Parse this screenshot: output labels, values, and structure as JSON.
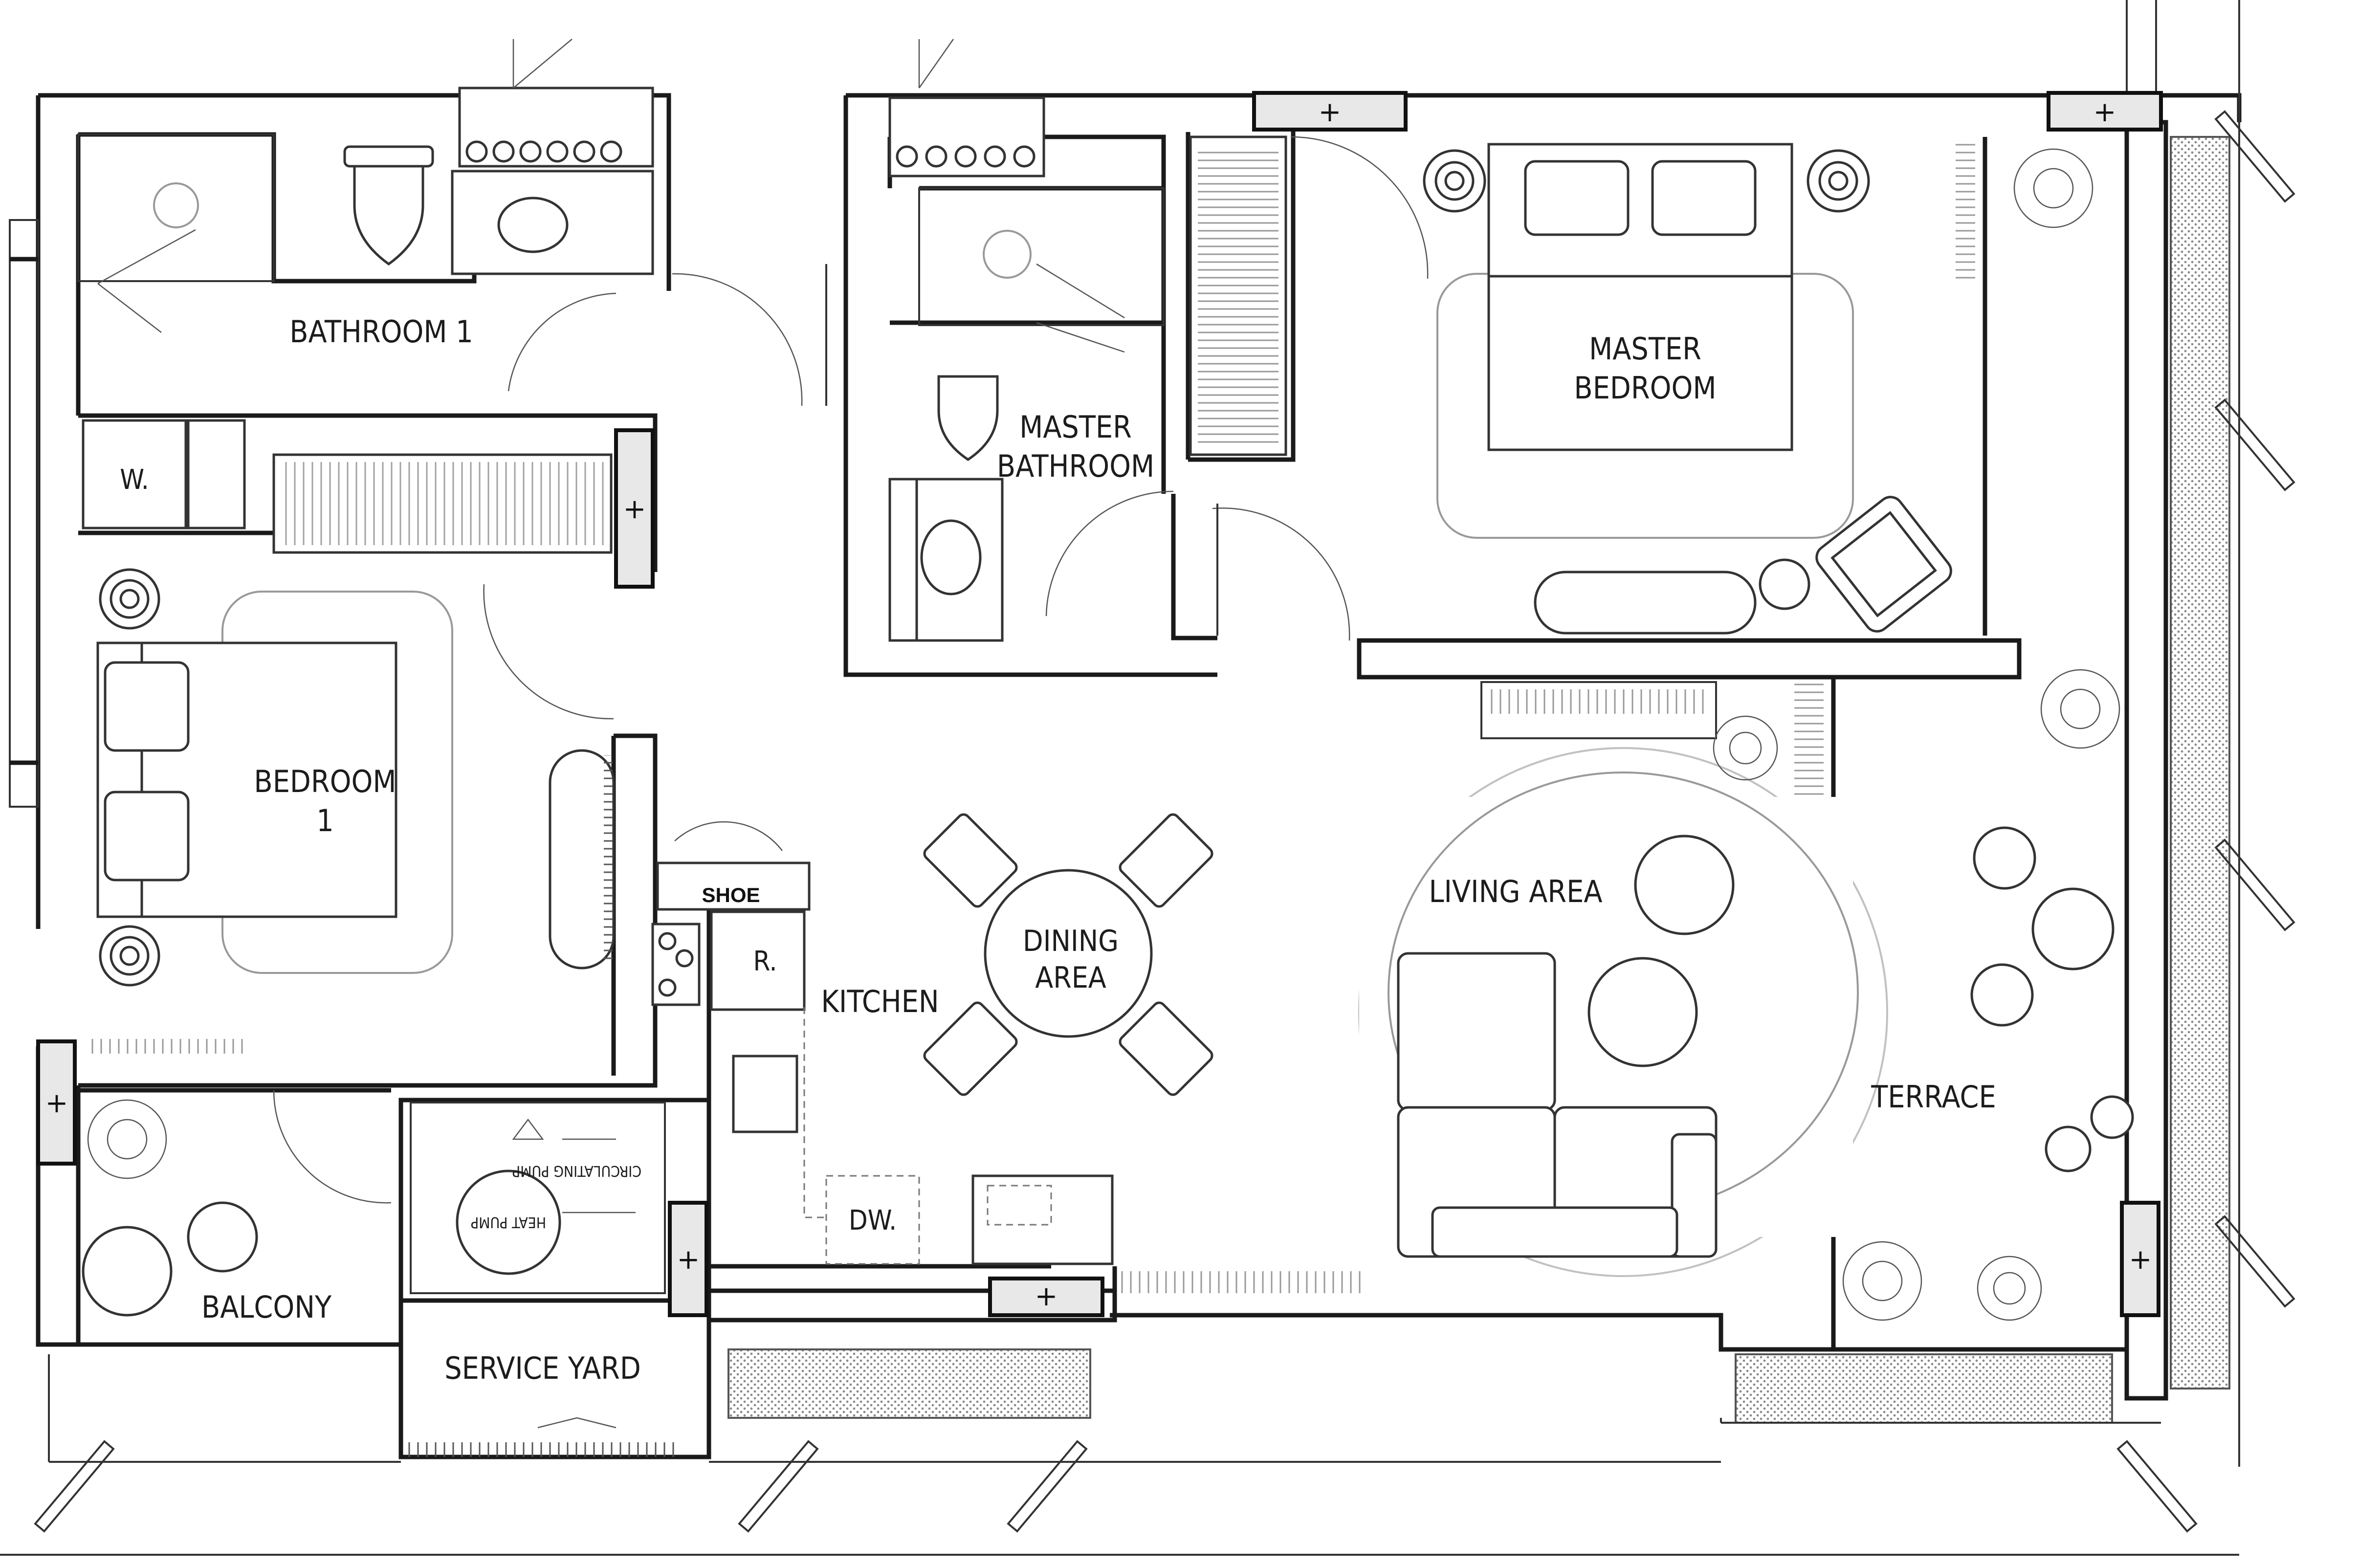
{
  "rooms": {
    "bathroom_1": [
      "BATHROOM 1"
    ],
    "bedroom_1": [
      "BEDROOM",
      "1"
    ],
    "master_bathroom": [
      "MASTER",
      "BATHROOM"
    ],
    "master_bedroom": [
      "MASTER",
      "BEDROOM"
    ],
    "dining_area": [
      "DINING",
      "AREA"
    ],
    "kitchen": [
      "KITCHEN"
    ],
    "living_area": [
      "LIVING AREA"
    ],
    "terrace": [
      "TERRACE"
    ],
    "balcony": [
      "BALCONY"
    ],
    "service_yard": [
      "SERVICE YARD"
    ]
  },
  "fixtures": {
    "washer": "W.",
    "shoe": "SHOE",
    "refrigerator": "R.",
    "dishwasher": "DW."
  },
  "service_yard_labels": {
    "circulating_pump": "CIRCULATING PUMP",
    "heat_pump": "HEAT PUMP"
  },
  "column_marker": "+",
  "colors": {
    "wall": "#1a1a1a",
    "column_fill": "#e8e8e8",
    "hatch": "#9a9a9a",
    "background": "#ffffff"
  }
}
